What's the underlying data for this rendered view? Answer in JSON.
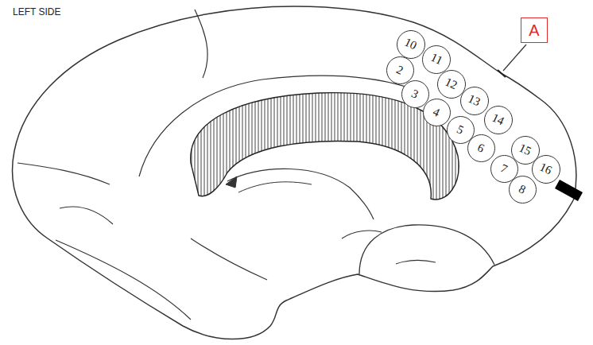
{
  "diagram": {
    "title": "LEFT SIDE",
    "nodes": [
      {
        "text": [
          "A"
        ]
      },
      {
        "text": [
          "10"
        ]
      },
      {
        "text": [
          "2"
        ]
      },
      {
        "text": [
          "11"
        ]
      },
      {
        "text": [
          "3"
        ]
      },
      {
        "text": [
          "12"
        ]
      },
      {
        "text": [
          "4"
        ]
      },
      {
        "text": [
          "13"
        ]
      },
      {
        "text": [
          "5"
        ]
      },
      {
        "text": [
          "14"
        ]
      },
      {
        "text": [
          "6"
        ]
      },
      {
        "text": [
          "15"
        ]
      },
      {
        "text": [
          "7"
        ]
      },
      {
        "text": [
          "16"
        ]
      },
      {
        "text": [
          "8"
        ]
      }
    ]
  }
}
